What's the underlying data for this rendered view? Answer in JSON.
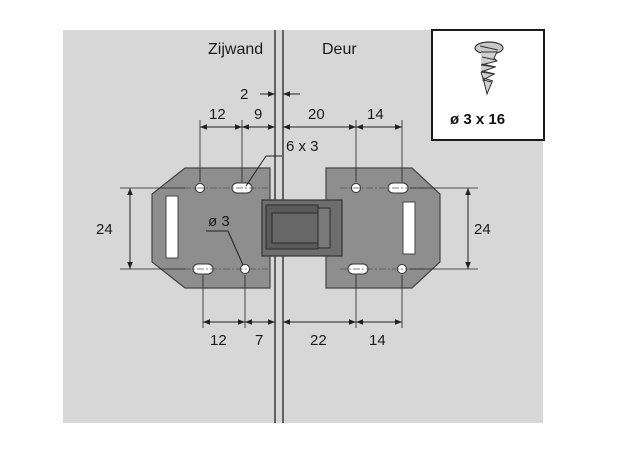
{
  "labels": {
    "left_side": "Zijwand",
    "right_side": "Deur"
  },
  "screw": {
    "spec": "ø 3 x 16"
  },
  "dimensions": {
    "gap": "2",
    "top_left_12": "12",
    "top_left_9": "9",
    "top_right_20": "20",
    "top_right_14": "14",
    "slot": "6 x 3",
    "hole": "ø 3",
    "height_left": "24",
    "height_right": "24",
    "bottom_left_12": "12",
    "bottom_left_7": "7",
    "bottom_right_22": "22",
    "bottom_right_14": "14"
  },
  "colors": {
    "background_panel": "#d7d7d7",
    "plate": "#8e8e8e",
    "plate_dark": "#6a6a6a",
    "latch": "#5e5e5e"
  }
}
